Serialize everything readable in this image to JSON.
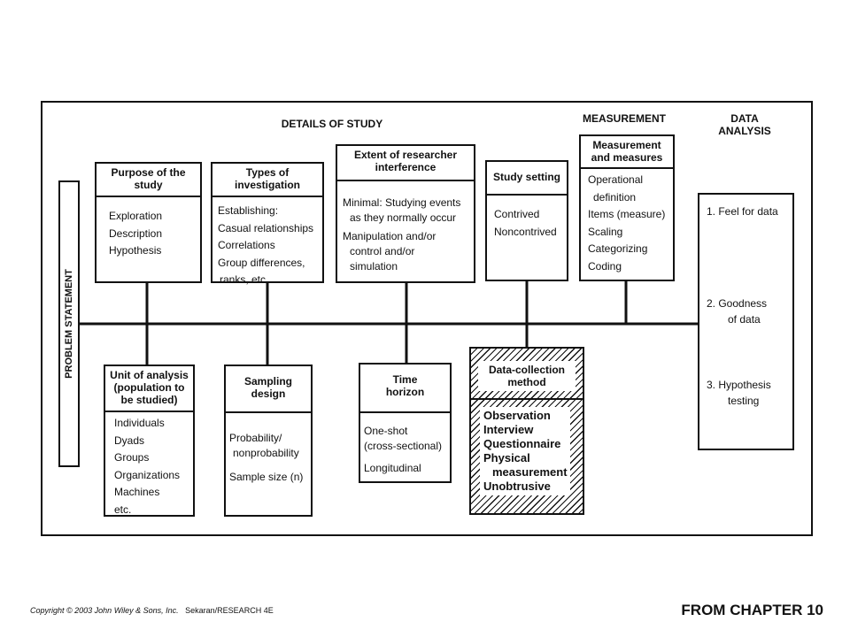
{
  "headers": {
    "details": "DETAILS OF STUDY",
    "measurement": "MEASUREMENT",
    "data_analysis_1": "DATA",
    "data_analysis_2": "ANALYSIS"
  },
  "problem_statement": "PROBLEM STATEMENT",
  "purpose": {
    "title_1": "Purpose of the",
    "title_2": "study",
    "items": [
      "Exploration",
      "Description",
      "Hypothesis"
    ]
  },
  "types": {
    "title_1": "Types of",
    "title_2": "investigation",
    "items": [
      "Establishing:",
      "Casual relationships",
      "Correlations",
      "Group differences,",
      "ranks, etc."
    ]
  },
  "extent": {
    "title_1": "Extent of researcher",
    "title_2": "interference",
    "items": [
      "Minimal: Studying events",
      "as they normally occur",
      "Manipulation and/or",
      "control and/or",
      "simulation"
    ]
  },
  "setting": {
    "title": "Study setting",
    "items": [
      "Contrived",
      "Noncontrived"
    ]
  },
  "measures": {
    "title_1": "Measurement",
    "title_2": "and measures",
    "items": [
      "Operational",
      "definition",
      "Items (measure)",
      "Scaling",
      "Categorizing",
      "Coding"
    ]
  },
  "data_analysis": {
    "items": [
      "1. Feel for data",
      "2. Goodness",
      "of data",
      "3. Hypothesis",
      "testing"
    ]
  },
  "unit": {
    "title_1": "Unit of analysis",
    "title_2": "(population to",
    "title_3": "be studied)",
    "items": [
      "Individuals",
      "Dyads",
      "Groups",
      "Organizations",
      "Machines",
      "etc."
    ]
  },
  "sampling": {
    "title_1": "Sampling",
    "title_2": "design",
    "items": [
      "Probability/",
      "nonprobability",
      "Sample size (n)"
    ]
  },
  "time": {
    "title_1": "Time",
    "title_2": "horizon",
    "items": [
      "One-shot",
      "(cross-sectional)",
      "Longitudinal"
    ]
  },
  "collection": {
    "title_1": "Data-collection",
    "title_2": "method",
    "items": [
      "Observation",
      "Interview",
      "Questionnaire",
      "Physical",
      "measurement",
      "Unobtrusive"
    ]
  },
  "footer": {
    "copyright": "Copyright © 2003 John Wiley & Sons, Inc.",
    "source": "Sekaran/RESEARCH 4E",
    "chapter": "FROM CHAPTER 10"
  }
}
